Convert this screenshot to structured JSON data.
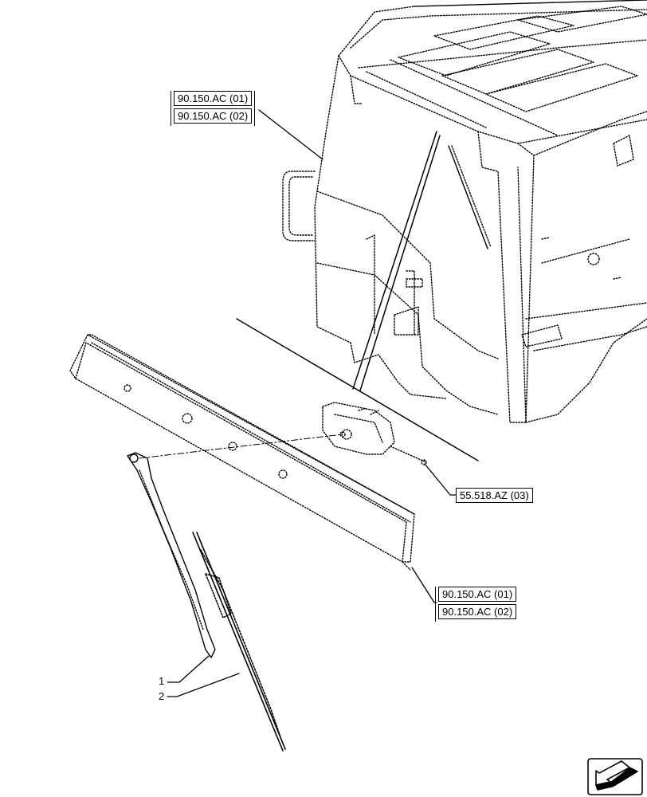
{
  "references": {
    "top_group": [
      "90.150.AC (01)",
      "90.150.AC (02)"
    ],
    "motor_ref": "55.518.AZ (03)",
    "bottom_group": [
      "90.150.AC (01)",
      "90.150.AC (02)"
    ]
  },
  "callouts": {
    "item1": "1",
    "item2": "2"
  },
  "icons": {
    "nav": "previous-page-arrow-icon"
  },
  "colors": {
    "line": "#000000",
    "background": "#ffffff"
  }
}
